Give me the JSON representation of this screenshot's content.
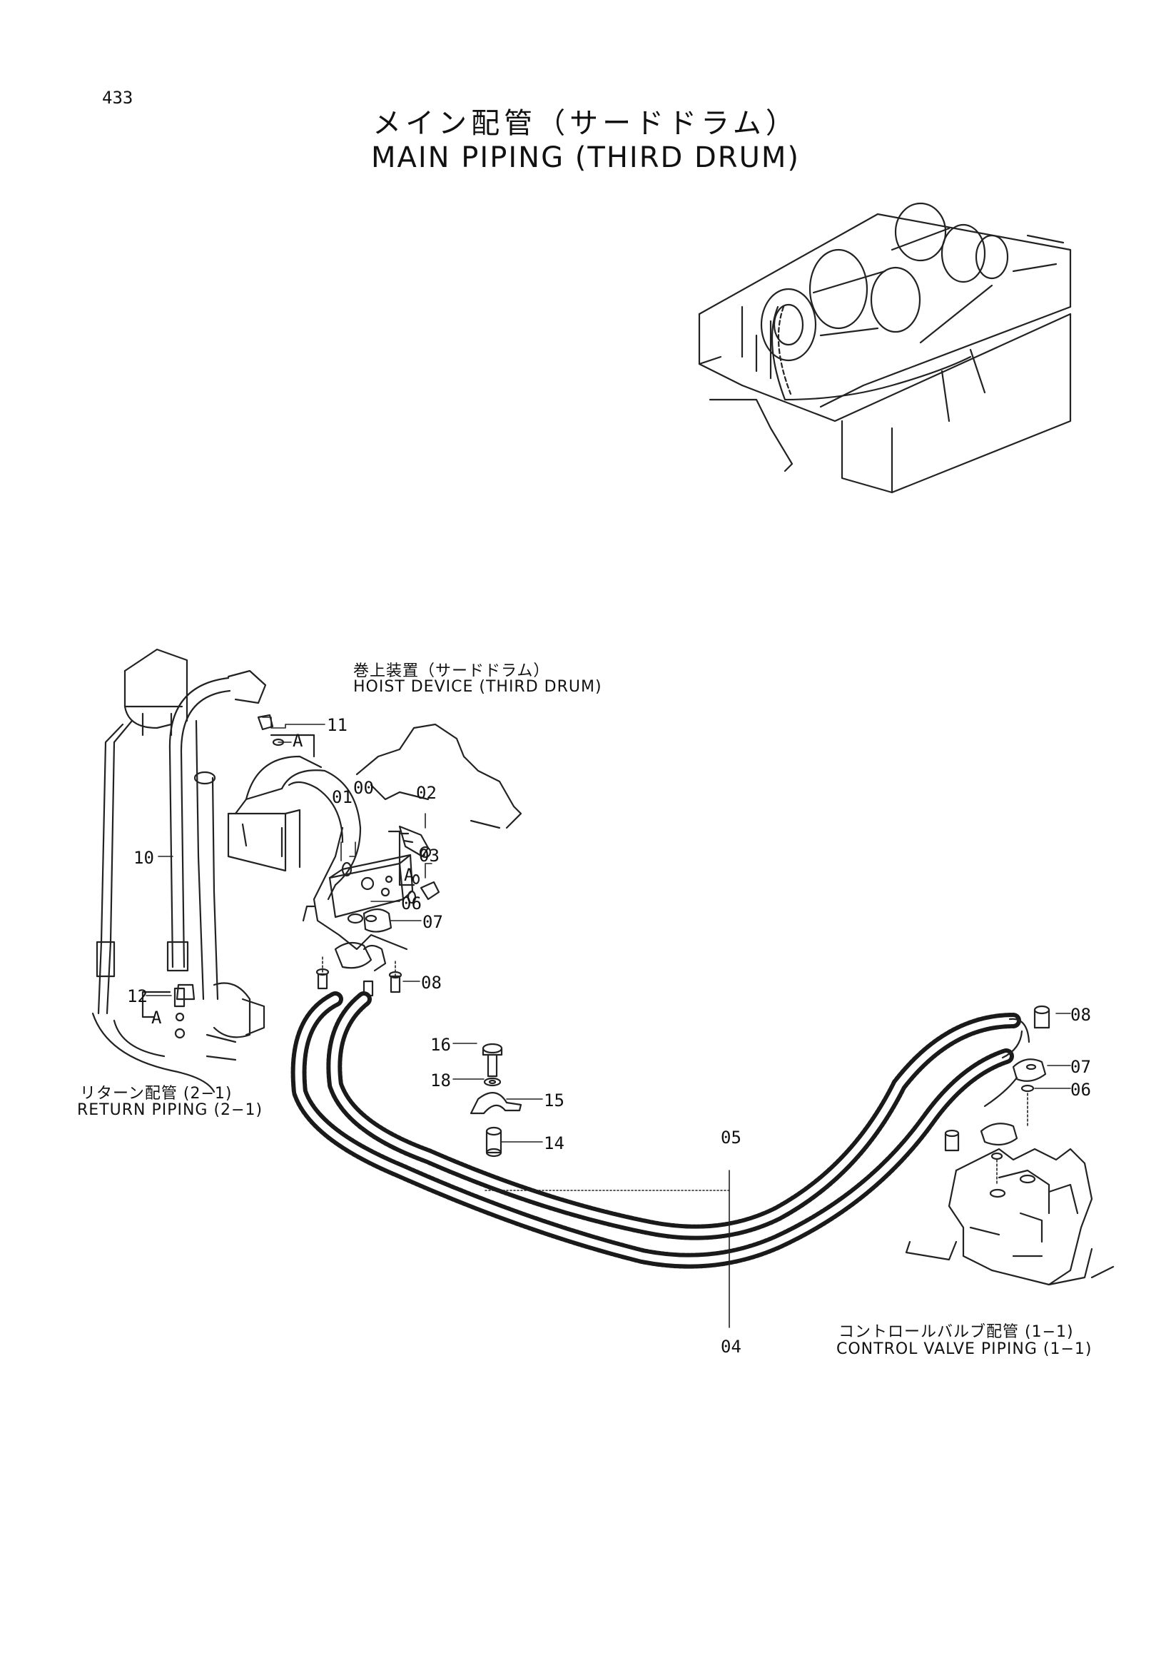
{
  "page_number": "433",
  "title_ja": "メイン配管（サードドラム）",
  "title_en": "MAIN PIPING (THIRD DRUM)",
  "labels": {
    "hoist_ja": "巻上装置（サードドラム）",
    "hoist_en": "HOIST DEVICE (THIRD DRUM)",
    "return_ja": "リターン配管 (2−1)",
    "return_en": "RETURN PIPING (2−1)",
    "cv_ja": "コントロールバルブ配管 (1−1)",
    "cv_en": "CONTROL VALVE PIPING (1−1)"
  },
  "part_callouts": {
    "p00": "00",
    "p01": "01",
    "p02": "02",
    "p03": "03",
    "p04": "04",
    "p05": "05",
    "p06a": "06",
    "p06b": "06",
    "p07a": "07",
    "p07b": "07",
    "p08a": "08",
    "p08b": "08",
    "p10": "10",
    "p11": "11",
    "p12": "12",
    "p14": "14",
    "p15": "15",
    "p16": "16",
    "p18": "18"
  },
  "detail_marks": {
    "a1": "A",
    "a2": "A",
    "a3": "A"
  }
}
